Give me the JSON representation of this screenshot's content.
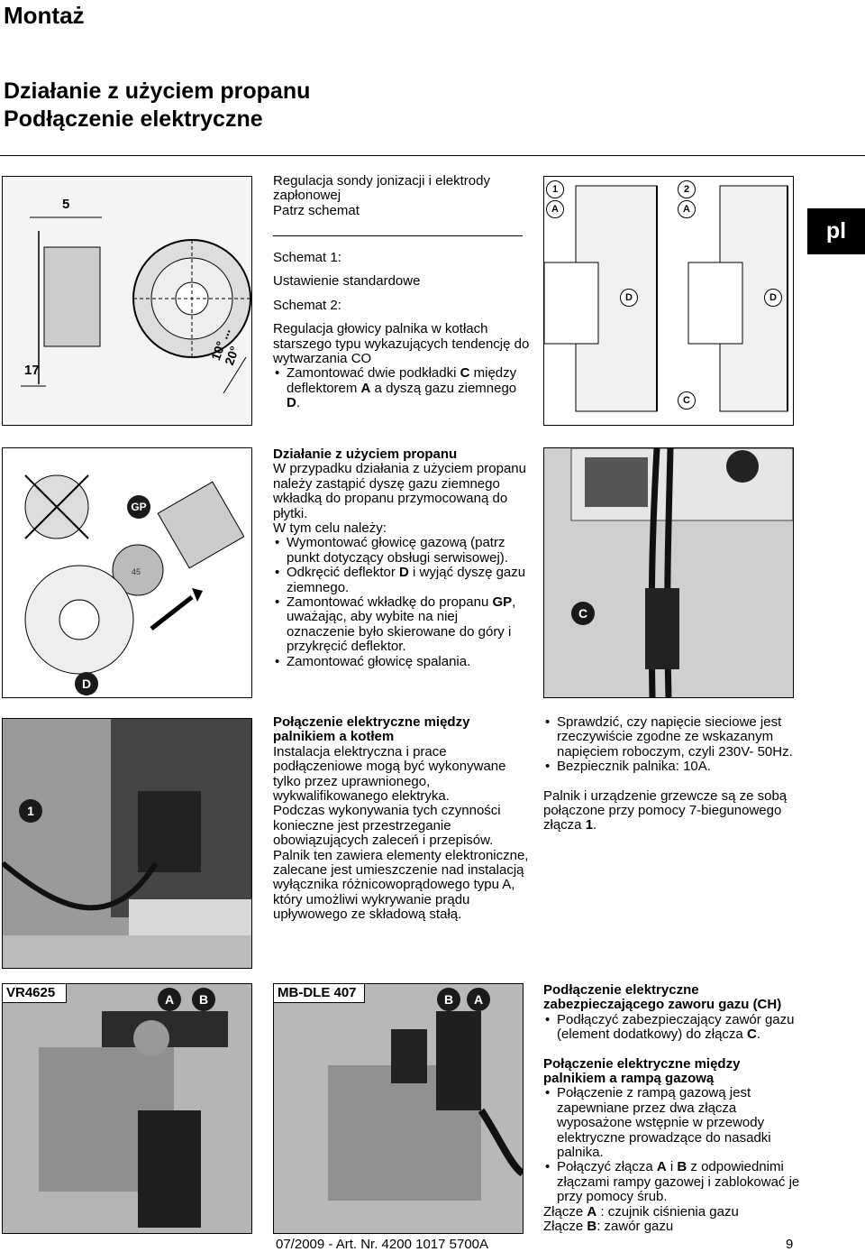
{
  "header": {
    "section": "Montaż",
    "title_line1": "Działanie z użyciem propanu",
    "title_line2": "Podłączenie elektryczne"
  },
  "tab": "pl",
  "block1": {
    "fig_labels": {
      "dim5": "5",
      "dim17": "17",
      "angle": "10° ... 20°"
    },
    "title": "Regulacja sondy jonizacji i elektrody zapłonowej",
    "subtitle": "Patrz schemat",
    "schemat1_label": "Schemat 1:",
    "schemat1_text": "Ustawienie standardowe",
    "schemat2_label": "Schemat 2:",
    "schemat2_text": "Regulacja głowicy palnika w kotłach starszego typu wykazujących tendencję do wytwarzania CO",
    "bullet_pre": "Zamontować dwie podkładki ",
    "bullet_c": "C",
    "bullet_mid": " między deflektorem ",
    "bullet_a": "A",
    "bullet_mid2": " a dyszą gazu ziemnego ",
    "bullet_d": "D",
    "bullet_end": ".",
    "diagram_labels": {
      "n1": "1",
      "n2": "2",
      "a1": "A",
      "a2": "A",
      "d1": "D",
      "d2": "D",
      "c": "C"
    }
  },
  "block2": {
    "fig_labels": {
      "gp": "GP",
      "d": "D",
      "num": "45"
    },
    "title": "Działanie z użyciem propanu",
    "intro": "W przypadku działania z użyciem propanu należy zastąpić dyszę gazu ziemnego wkładką do propanu przymocowaną do płytki.",
    "intro2": "W tym celu należy:",
    "b1": "Wymontować głowicę gazową (patrz punkt dotyczący obsługi serwisowej).",
    "b2_pre": "Odkręcić deflektor ",
    "b2_d": "D",
    "b2_post": " i wyjąć dyszę gazu ziemnego.",
    "b3_pre": "Zamontować wkładkę do propanu ",
    "b3_gp": "GP",
    "b3_post": ", uważając, aby wybite na niej oznaczenie było skierowane do góry i przykręcić deflektor.",
    "b4": "Zamontować głowicę spalania.",
    "photo_label": "C"
  },
  "block3": {
    "photo_label": "1",
    "title": "Połączenie elektryczne między palnikiem a kotłem",
    "p1": "Instalacja elektryczna i prace podłączeniowe mogą być wykonywane tylko przez uprawnionego, wykwalifikowanego elektryka.",
    "p2": "Podczas wykonywania tych czynności konieczne jest przestrzeganie obowiązujących zaleceń i przepisów.",
    "p3": "Palnik ten zawiera elementy elektroniczne, zalecane jest umieszczenie nad instalacją wyłącznika różnicowoprądowego typu A, który umożliwi wykrywanie prądu upływowego ze składową stałą.",
    "r_b1": "Sprawdzić, czy napięcie sieciowe jest rzeczywiście zgodne ze wskazanym napięciem roboczym, czyli 230V- 50Hz.",
    "r_b2": "Bezpiecznik palnika: 10A.",
    "r_p_pre": "Palnik i urządzenie grzewcze są ze sobą połączone przy pomocy 7-biegunowego złącza ",
    "r_p_num": "1",
    "r_p_end": "."
  },
  "block4": {
    "fig1_title": "VR4625",
    "fig1_a": "A",
    "fig1_b": "B",
    "fig2_title": "MB-DLE 407",
    "fig2_b": "B",
    "fig2_a": "A",
    "title1": "Podłączenie elektryczne zabezpieczającego zaworu gazu (CH)",
    "b1_pre": "Podłączyć zabezpieczający zawór gazu (element dodatkowy) do złącza ",
    "b1_c": "C",
    "b1_end": ".",
    "title2": "Połączenie elektryczne między palnikiem a rampą gazową",
    "b2": "Połączenie z rampą gazową jest zapewniane przez dwa złącza wyposażone wstępnie w przewody elektryczne prowadzące do nasadki palnika.",
    "b3_pre": "Połączyć złącza ",
    "b3_a": "A",
    "b3_mid": " i ",
    "b3_b": "B",
    "b3_post": " z odpowiednimi złączami rampy gazowej i zablokować je przy pomocy śrub.",
    "l1_pre": "Złącze ",
    "l1_a": "A",
    "l1_post": " : czujnik ciśnienia gazu",
    "l2_pre": "Złącze ",
    "l2_b": "B",
    "l2_post": ": zawór gazu"
  },
  "footer": {
    "doc": "07/2009 - Art. Nr. 4200 1017 5700A",
    "page": "9"
  }
}
